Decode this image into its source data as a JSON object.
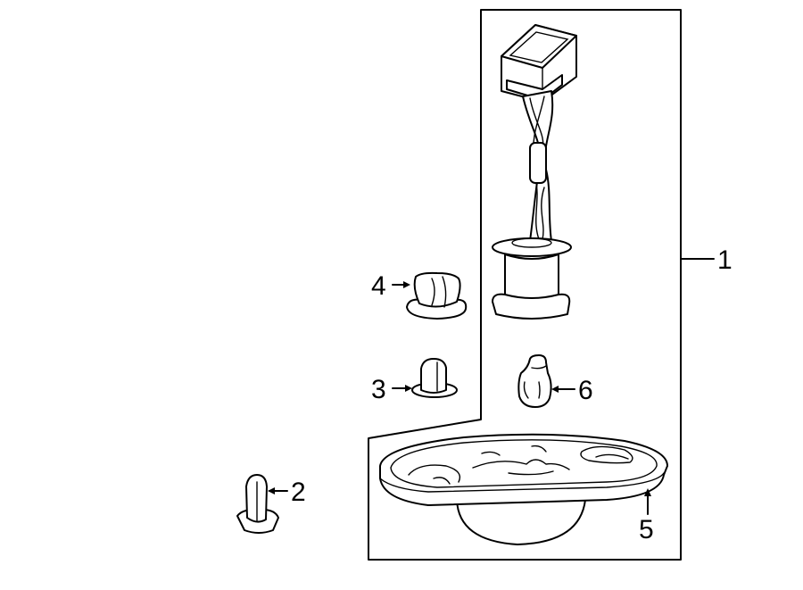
{
  "diagram": {
    "callouts": {
      "c1": "1",
      "c2": "2",
      "c3": "3",
      "c4": "4",
      "c5": "5",
      "c6": "6"
    }
  }
}
